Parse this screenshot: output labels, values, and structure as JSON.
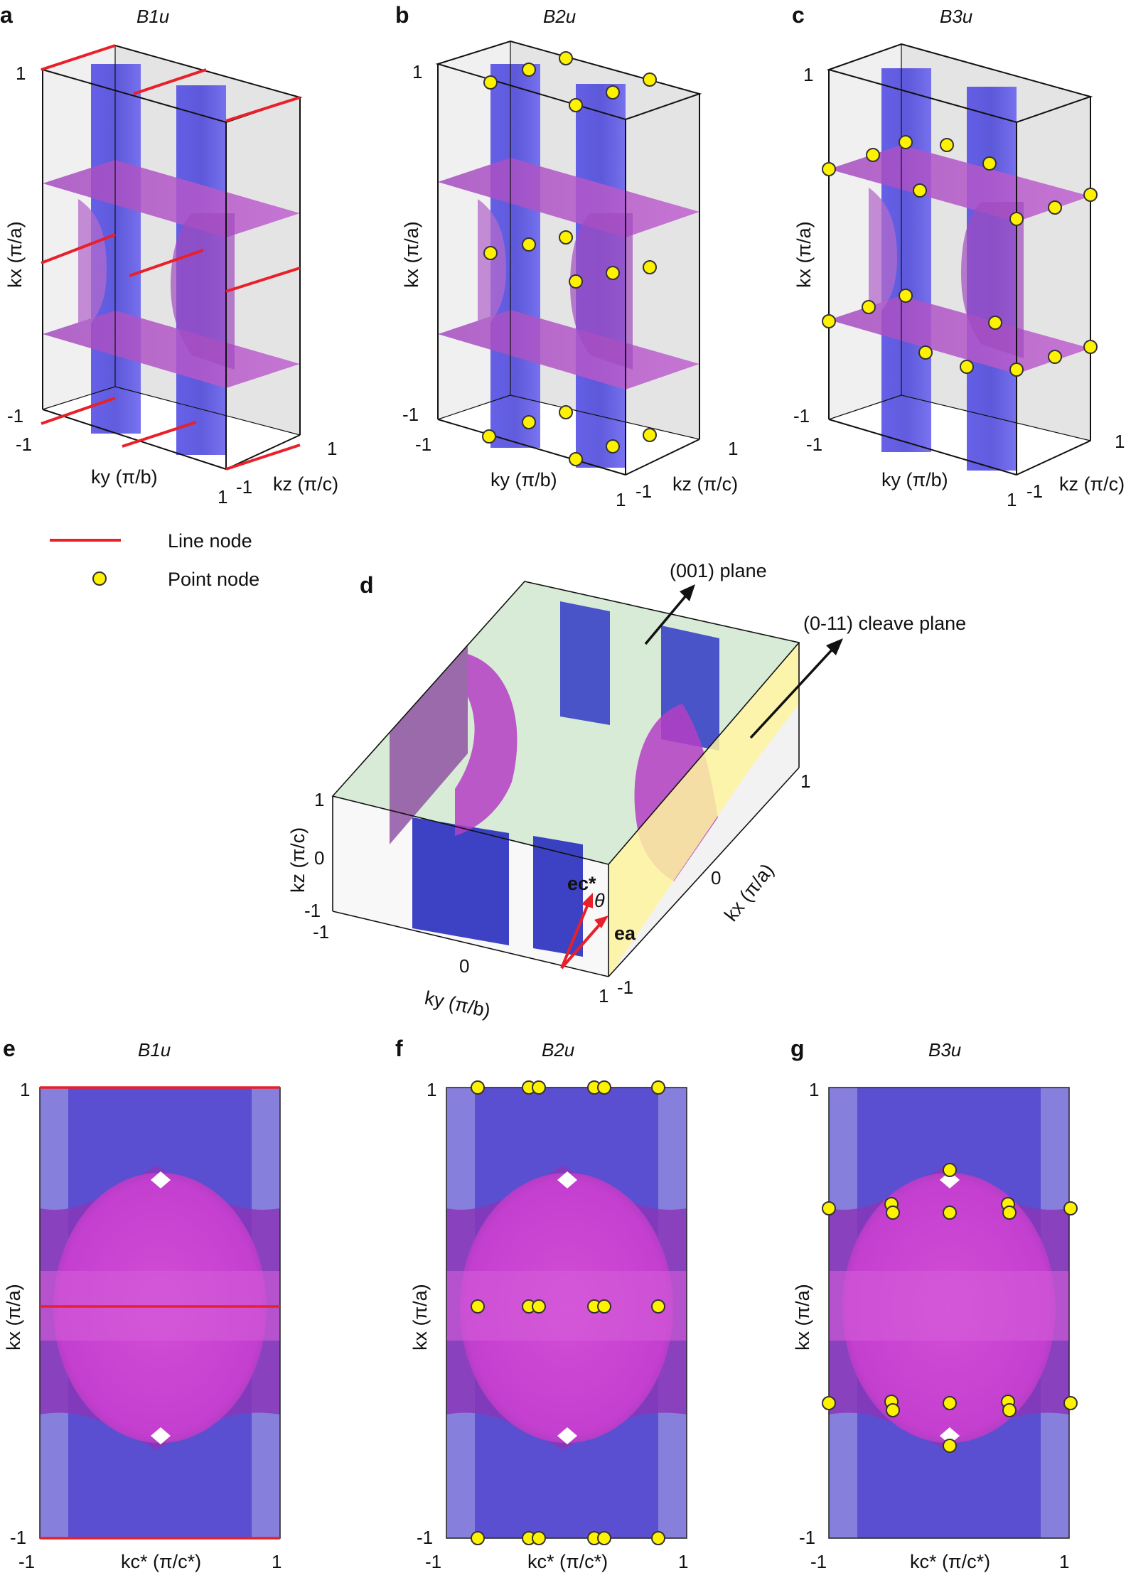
{
  "panels": {
    "a": {
      "letter": "a",
      "irrep": "B1u"
    },
    "b": {
      "letter": "b",
      "irrep": "B2u"
    },
    "c": {
      "letter": "c",
      "irrep": "B3u"
    },
    "d": {
      "letter": "d"
    },
    "e": {
      "letter": "e",
      "irrep": "B1u"
    },
    "f": {
      "letter": "f",
      "irrep": "B2u"
    },
    "g": {
      "letter": "g",
      "irrep": "B3u"
    }
  },
  "ticks": {
    "pos": "1",
    "neg": "-1",
    "zero": "0"
  },
  "axes": {
    "kx": "kx (π/a)",
    "ky": "ky (π/b)",
    "kz": "kz (π/c)",
    "kc": "kc* (π/c*)"
  },
  "legend": {
    "line_node": "Line node",
    "point_node": "Point node"
  },
  "annotations": {
    "plane_001": "(001) plane",
    "cleave_plane": "(0-11) cleave plane",
    "theta": "θ",
    "e_a": "ea",
    "e_c": "ec*"
  },
  "colors": {
    "line_node": "#e8202a",
    "point_node_fill": "#fff200",
    "point_node_stroke": "#333333",
    "surface_blue": "#4a46e0",
    "surface_magenta": "#b64bc8",
    "plane_green": "#cfe9cf",
    "plane_yellow": "#fff4a0"
  }
}
